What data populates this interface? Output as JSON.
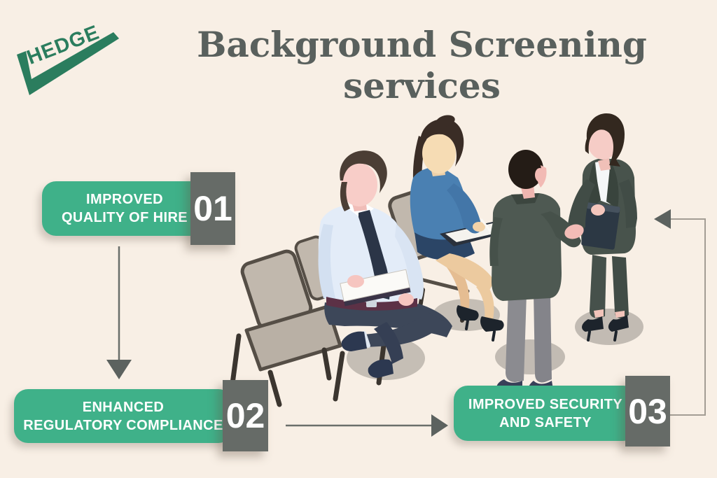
{
  "logo": {
    "text": "HEDGE"
  },
  "title": {
    "text": "Background Screening services"
  },
  "steps": [
    {
      "number": "01",
      "lines": [
        "IMPROVED",
        "QUALITY OF HIRE"
      ]
    },
    {
      "number": "02",
      "lines": [
        "ENHANCED",
        "REGULATORY COMPLIANCE"
      ]
    },
    {
      "number": "03",
      "lines": [
        "IMPROVED SECURITY",
        "AND SAFETY"
      ]
    }
  ],
  "colors": {
    "background": "#f8efe5",
    "title_text": "#59605d",
    "logo_green": "#2b7d5e",
    "step_pill_green": "#3fb189",
    "step_number_box_gray": "#666b67",
    "step_label_text": "#ffffff",
    "arrow_gray": "#5c625f"
  },
  "illustration": {
    "icons": [
      "empty-chair-icon",
      "seated-man-icon",
      "seated-woman-icon",
      "standing-man-icon",
      "standing-woman-icon",
      "handshake-icon"
    ]
  }
}
